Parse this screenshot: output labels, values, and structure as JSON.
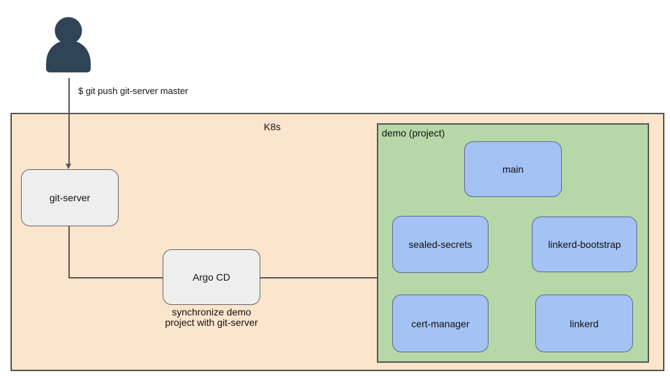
{
  "actor": {
    "icon": "person-icon",
    "command": "$ git push git-server master"
  },
  "k8s": {
    "label": "K8s",
    "git_server": {
      "label": "git-server"
    },
    "argo_cd": {
      "label": "Argo CD",
      "caption_line1": "synchronize demo",
      "caption_line2": "project with git-server"
    },
    "demo": {
      "label": "demo (project)",
      "apps": [
        {
          "label": "main"
        },
        {
          "label": "sealed-secrets"
        },
        {
          "label": "linkerd-bootstrap"
        },
        {
          "label": "cert-manager"
        },
        {
          "label": "linkerd"
        }
      ]
    }
  },
  "colors": {
    "k8s_fill": "#fce5cd",
    "k8s_border": "#545454",
    "demo_fill": "#b6d7a8",
    "demo_border": "#565656",
    "app_fill": "#a4c2f4",
    "app_border": "#5c6b8a",
    "node_fill": "#eeeeee",
    "node_border": "#666666",
    "person": "#2f4456",
    "line": "#595959",
    "text": "#111111"
  }
}
